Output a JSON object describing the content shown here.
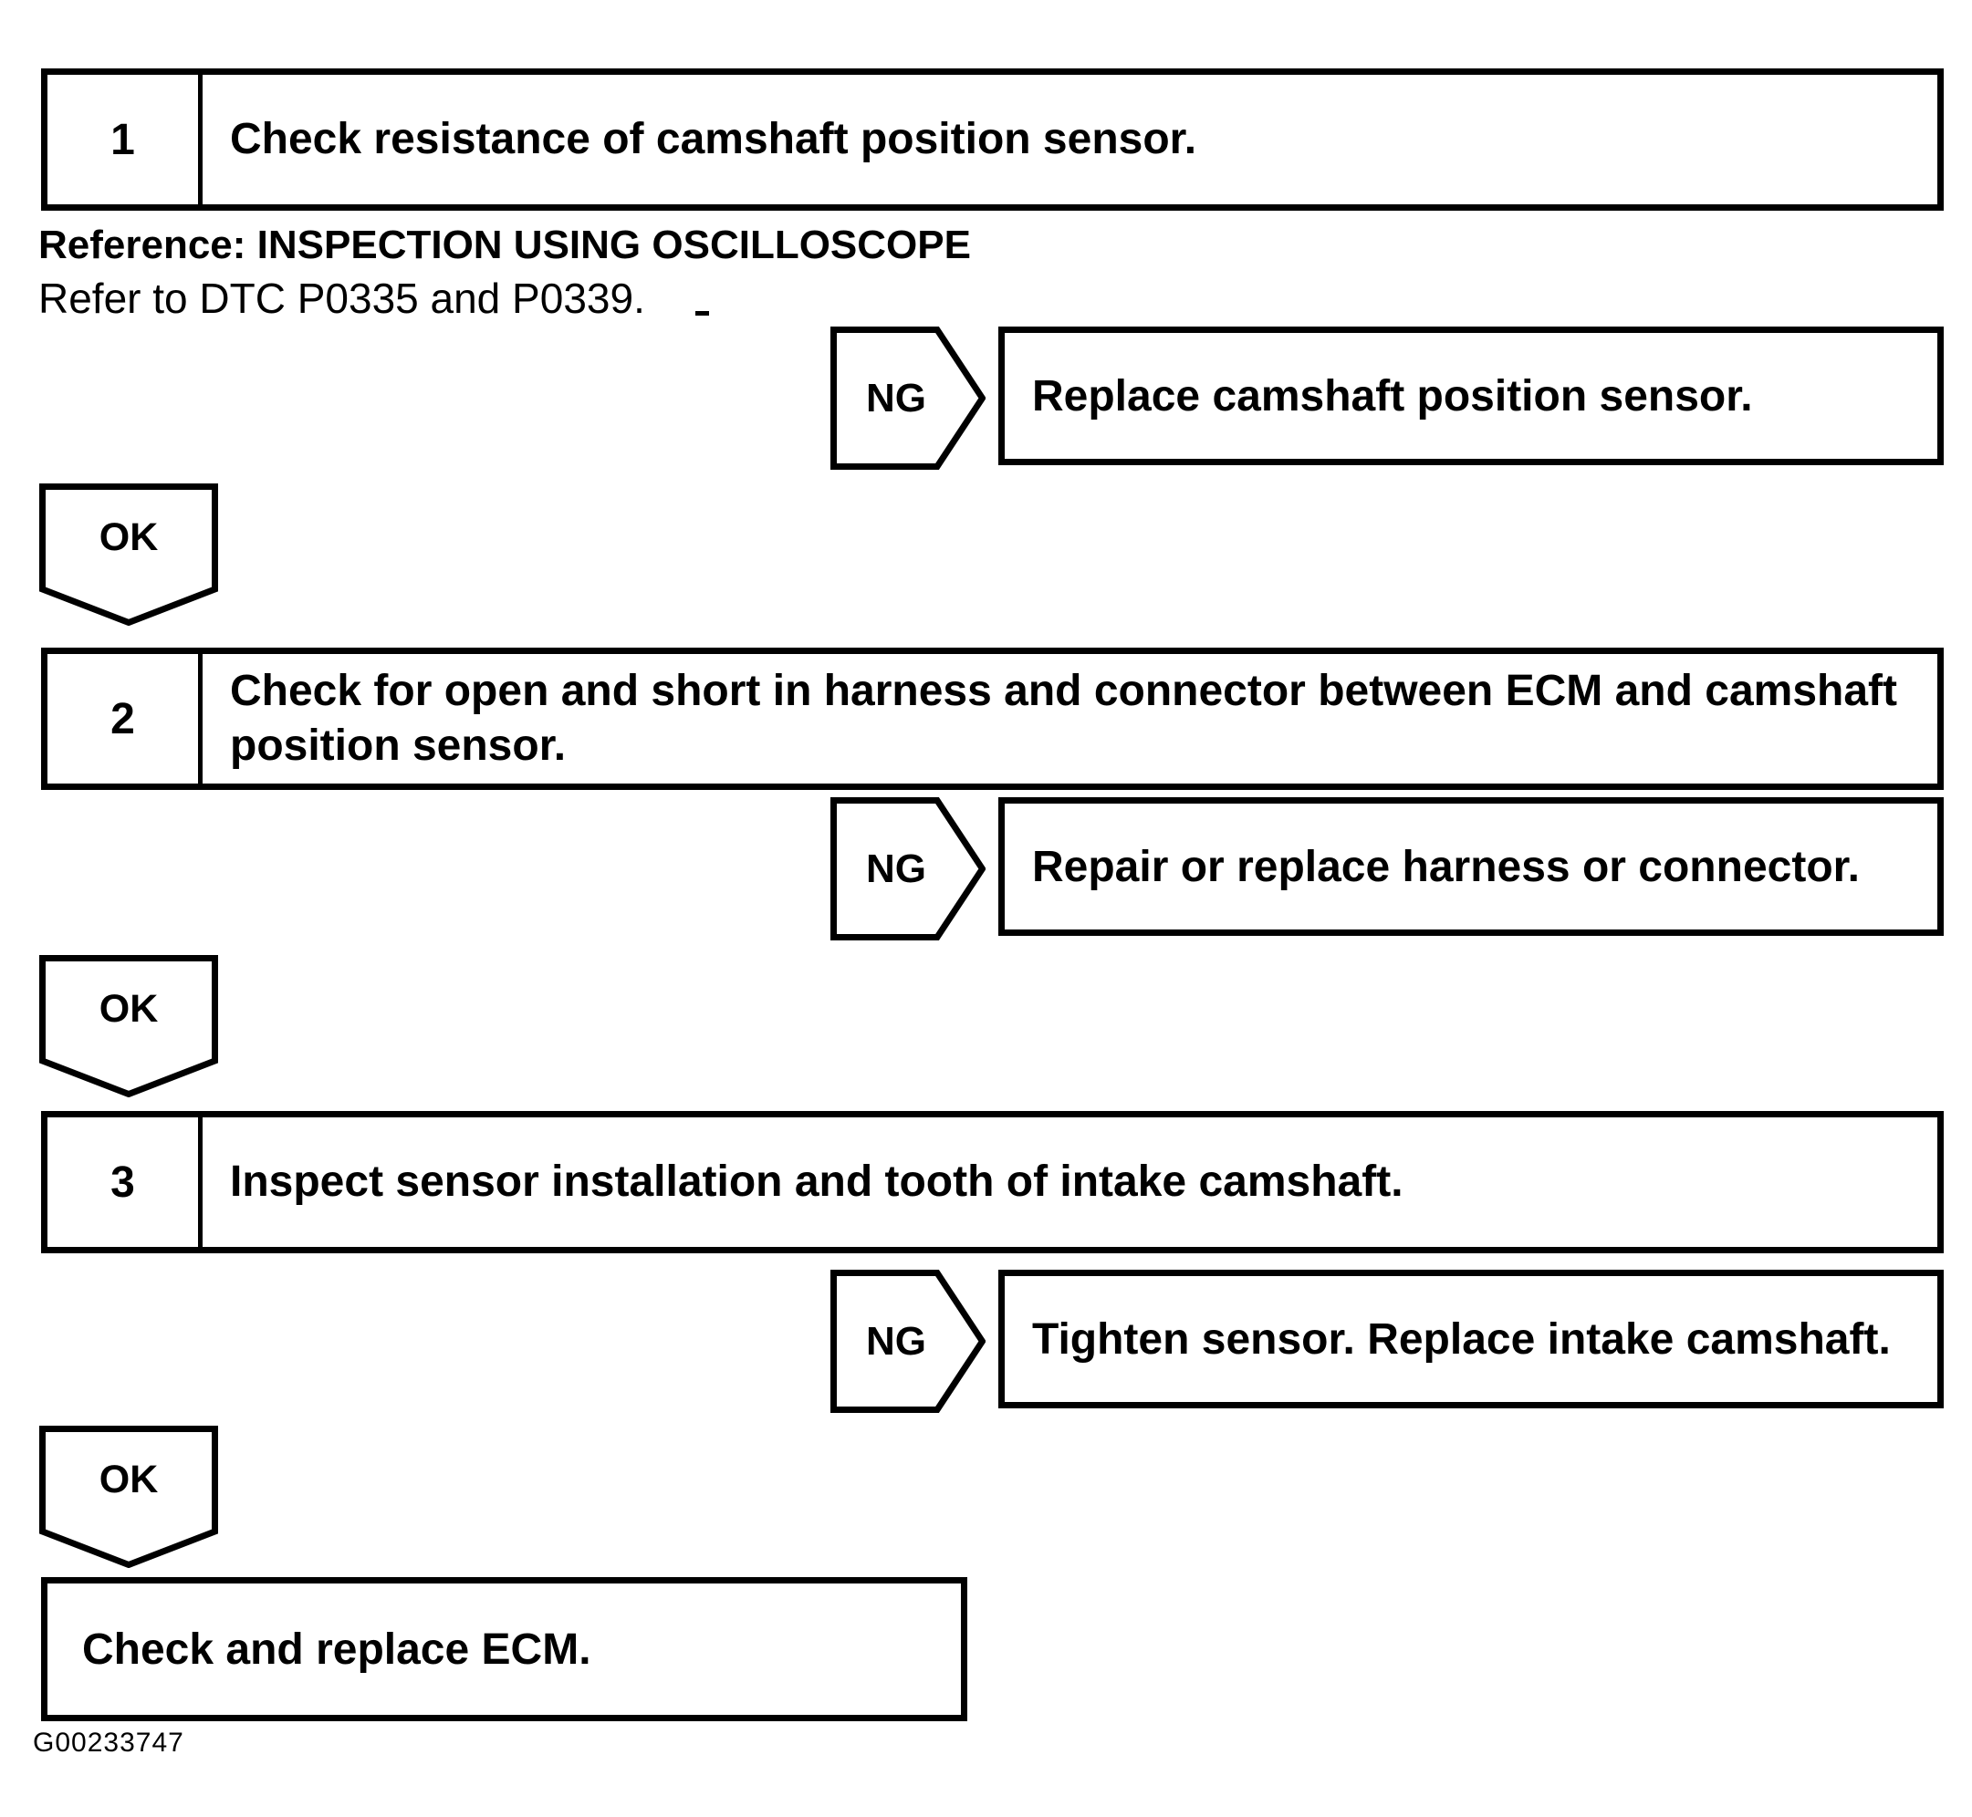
{
  "diagram": {
    "type": "troubleshooting-flowchart",
    "steps": [
      {
        "number": "1",
        "text": "Check resistance of camshaft position sensor."
      },
      {
        "number": "2",
        "text": "Check for open and short in harness and connector between ECM and camshaft position sensor."
      },
      {
        "number": "3",
        "text": "Inspect sensor installation and tooth of intake camshaft."
      }
    ],
    "reference_heading": "Reference: INSPECTION USING OSCILLOSCOPE",
    "reference_note": "Refer to DTC P0335 and P0339.",
    "ng_label": "NG",
    "ok_label": "OK",
    "ng_results": [
      "Replace camshaft position sensor.",
      "Repair or replace harness or connector.",
      "Tighten sensor. Replace intake camshaft."
    ],
    "final_action": "Check and replace ECM.",
    "figure_code": "G00233747",
    "colors": {
      "line": "#000000",
      "background": "#ffffff"
    }
  }
}
